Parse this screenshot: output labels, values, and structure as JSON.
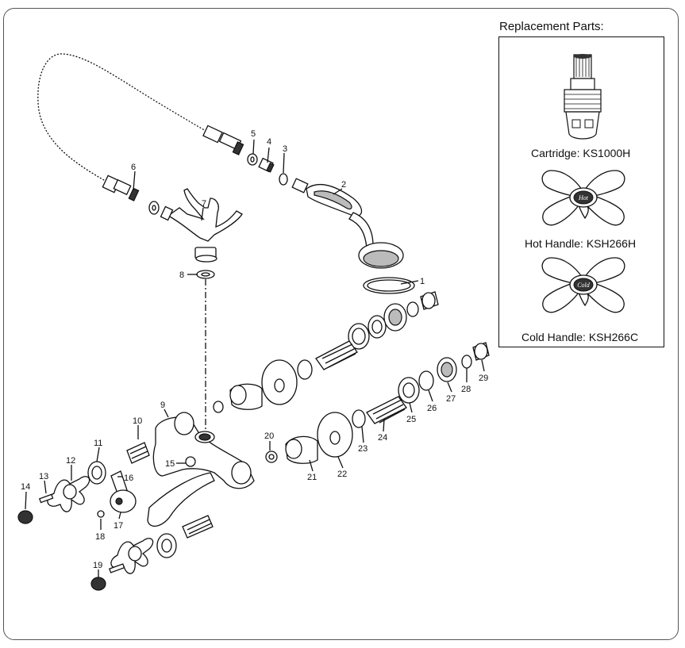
{
  "replacement_parts": {
    "title": "Replacement Parts:",
    "items": [
      {
        "label": "Cartridge: KS1000H",
        "icon": "cartridge-icon"
      },
      {
        "label": "Hot Handle: KSH266H",
        "icon": "hot-handle-icon",
        "engraving": "Hot"
      },
      {
        "label": "Cold Handle: KSH266C",
        "icon": "cold-handle-icon",
        "engraving": "Cold"
      }
    ]
  },
  "callouts": [
    "1",
    "2",
    "3",
    "4",
    "5",
    "6",
    "7",
    "8",
    "9",
    "10",
    "11",
    "12",
    "13",
    "14",
    "15",
    "16",
    "17",
    "18",
    "19",
    "20",
    "21",
    "22",
    "23",
    "24",
    "25",
    "26",
    "27",
    "28",
    "29"
  ]
}
